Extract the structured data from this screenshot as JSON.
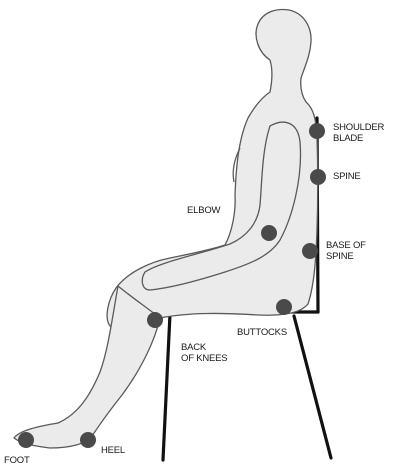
{
  "labels": {
    "shoulder_blade": "SHOULDER\nBLADE",
    "spine": "SPINE",
    "elbow": "ELBOW",
    "base_of_spine": "BASE OF\nSPINE",
    "buttocks": "BUTTOCKS",
    "back_of_knees": "BACK\nOF KNEES",
    "heel": "HEEL",
    "foot": "FOOT"
  },
  "colors": {
    "figure_fill": "#ebebeb",
    "outline": "#5a5a5a",
    "chair": "#111111",
    "point": "#4a4a4a"
  }
}
